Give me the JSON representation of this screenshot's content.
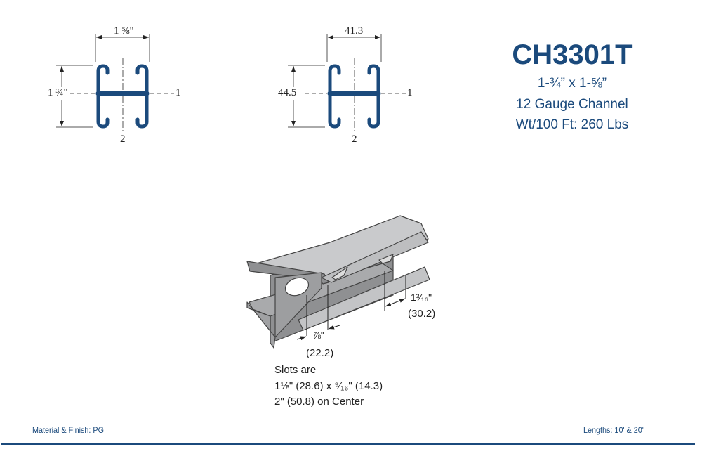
{
  "product": {
    "model": "CH3301T",
    "size": "1-¾” x 1-⅝”",
    "gauge": "12 Gauge Channel",
    "weight": "Wt/100 Ft: 260 Lbs"
  },
  "profile_imperial": {
    "width_label": "1 ⅝\"",
    "height_label": "1 ¾\"",
    "axis1_label": "1",
    "axis2_label": "2"
  },
  "profile_metric": {
    "width_label": "41.3",
    "height_label": "44.5",
    "axis1_label": "1",
    "axis2_label": "2"
  },
  "isometric": {
    "slot_gap_in": "⅞\"",
    "slot_gap_mm": "(22.2)",
    "spacing_in": "1³⁄₁₆\"",
    "spacing_mm": "(30.2)",
    "slots_note": [
      "Slots are",
      "1⅛\" (28.6) x ⁹⁄₁₆\" (14.3)",
      "2\" (50.8) on Center"
    ]
  },
  "footer": {
    "material": "Material & Finish: PG",
    "lengths": "Lengths: 10' & 20'"
  },
  "colors": {
    "brand_blue": "#1b4a7c",
    "steel": "#b9babc"
  }
}
